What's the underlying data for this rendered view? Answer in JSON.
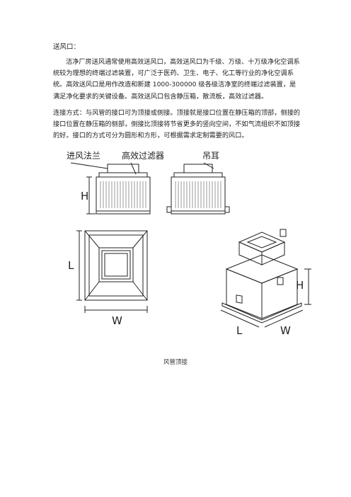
{
  "doc": {
    "title": "送风口：",
    "para1": "洁净厂房送风通常使用高效送风口，高效送风口为千级、万级、十万级净化空调系统较为理想的终端过滤装置，可广泛于医药、卫生、电子、化工等行业的净化空调系统。高效送风口是用作改造和新建 1000-300000 级各级洁净室的终端过滤装置，是满足净化要求的关键设备。高效送风口包含静压箱，散流板，高效过滤器。",
    "para2": "连接方式：与风管的接口可为顶接或侧接。顶接就是接口位置在静压箱的顶部，侧接的接口位置在静压箱的侧部，侧接比顶接将节省更多的竖向空间，不如气流组织不如顶接的好。接口的方式可分为圆形和方形，可根据需求定制需要的风口。",
    "caption": "风管顶接"
  },
  "figure": {
    "label_inlet_flange": "进风法兰",
    "label_hepa_filter": "高效过滤器",
    "label_lifting_ear": "吊耳",
    "dim_H": "H",
    "dim_L": "L",
    "dim_W": "W"
  }
}
